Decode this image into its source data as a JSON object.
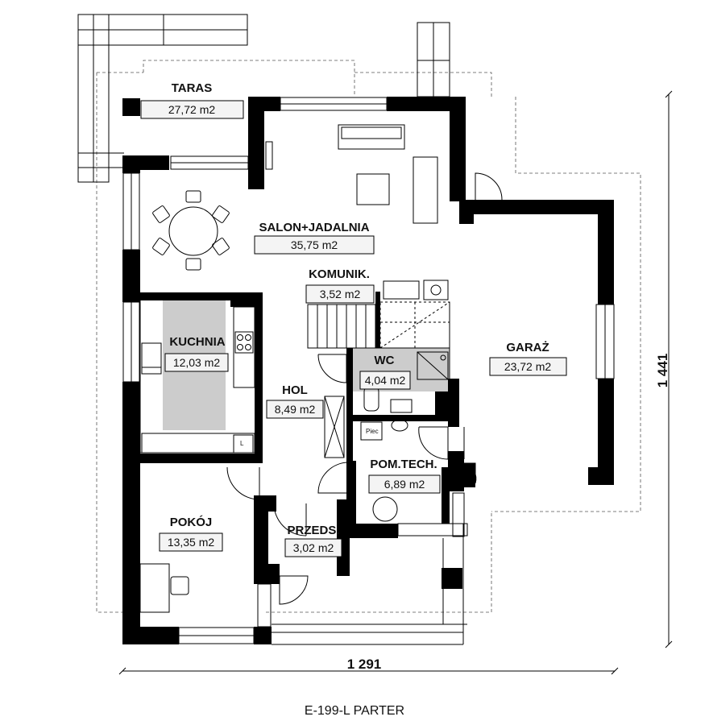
{
  "title": "E-199-L PARTER",
  "dimensions": {
    "width": "1 291",
    "height": "1 441"
  },
  "rooms": {
    "taras": {
      "name": "TARAS",
      "area": "27,72 m2"
    },
    "salon": {
      "name": "SALON+JADALNIA",
      "area": "35,75 m2"
    },
    "komunik": {
      "name": "KOMUNIK.",
      "area": "3,52 m2"
    },
    "kuchnia": {
      "name": "KUCHNIA",
      "area": "12,03 m2"
    },
    "wc": {
      "name": "WC",
      "area": "4,04 m2"
    },
    "hol": {
      "name": "HOL",
      "area": "8,49 m2"
    },
    "garaz": {
      "name": "GARAŻ",
      "area": "23,72 m2"
    },
    "pomtech": {
      "name": "POM.TECH.",
      "area": "6,89 m2"
    },
    "pokoj": {
      "name": "POKÓJ",
      "area": "13,35 m2"
    },
    "przeds": {
      "name": "PRZEDS.",
      "area": "3,02 m2"
    }
  },
  "fixtures": {
    "piec": "Piec",
    "l_mark": "L"
  },
  "colors": {
    "wall": "#000000",
    "kitchen_fill": "#cccccc",
    "wc_fill": "#cccccc",
    "background": "#ffffff"
  }
}
